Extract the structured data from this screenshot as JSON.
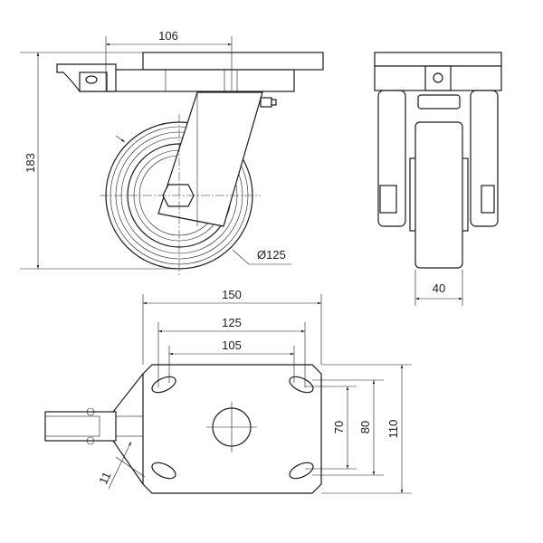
{
  "title": "Swivel caster with brake - dimension drawing",
  "side_view": {
    "offset": "106",
    "height": "183",
    "wheel_diameter": "Ø125"
  },
  "front_view": {
    "wheel_width": "40"
  },
  "top_plate": {
    "plate_length": "150",
    "hole_span_outer": "125",
    "hole_span_inner": "105",
    "hole_span_y_inner": "70",
    "hole_span_y_outer": "80",
    "plate_width": "110",
    "slot_width": "11"
  },
  "colors": {
    "line": "#1a1a1a",
    "background": "#ffffff"
  }
}
